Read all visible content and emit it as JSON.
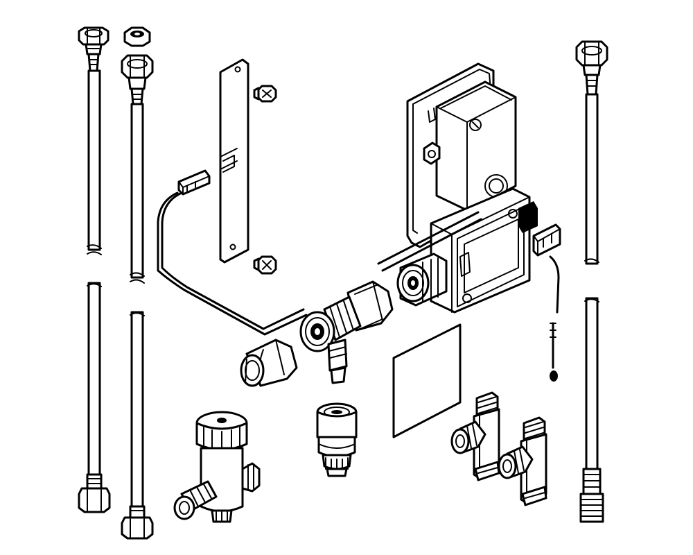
{
  "diagram": {
    "style": "black line-art exploded parts view",
    "stroke_color": "#000000",
    "background_color": "#ffffff",
    "parts": [
      {
        "id": "hose-left-outer",
        "icon": "braided-hose-icon"
      },
      {
        "id": "hose-left-inner",
        "icon": "braided-hose-icon"
      },
      {
        "id": "hose-right",
        "icon": "braided-hose-icon"
      },
      {
        "id": "hose-seal",
        "icon": "seal-washer-icon"
      },
      {
        "id": "mounting-plate",
        "icon": "mounting-plate-icon"
      },
      {
        "id": "screw-upper",
        "icon": "screw-icon"
      },
      {
        "id": "screw-lower",
        "icon": "screw-icon"
      },
      {
        "id": "sensor-cable",
        "icon": "sensor-cable-icon"
      },
      {
        "id": "control-unit",
        "icon": "control-box-icon"
      },
      {
        "id": "solenoid-valve",
        "icon": "solenoid-valve-icon"
      },
      {
        "id": "angle-connector",
        "icon": "angle-connector-icon"
      },
      {
        "id": "adapter-sleeve",
        "icon": "adapter-sleeve-icon"
      },
      {
        "id": "gasket-sheet",
        "icon": "gasket-sheet-icon"
      },
      {
        "id": "stop-valve",
        "icon": "stop-valve-icon"
      },
      {
        "id": "filter-cartridge",
        "icon": "filter-cartridge-icon"
      },
      {
        "id": "tee-fitting-1",
        "icon": "tee-fitting-icon"
      },
      {
        "id": "tee-fitting-2",
        "icon": "tee-fitting-icon"
      },
      {
        "id": "temperature-probe",
        "icon": "temperature-probe-icon"
      }
    ]
  }
}
